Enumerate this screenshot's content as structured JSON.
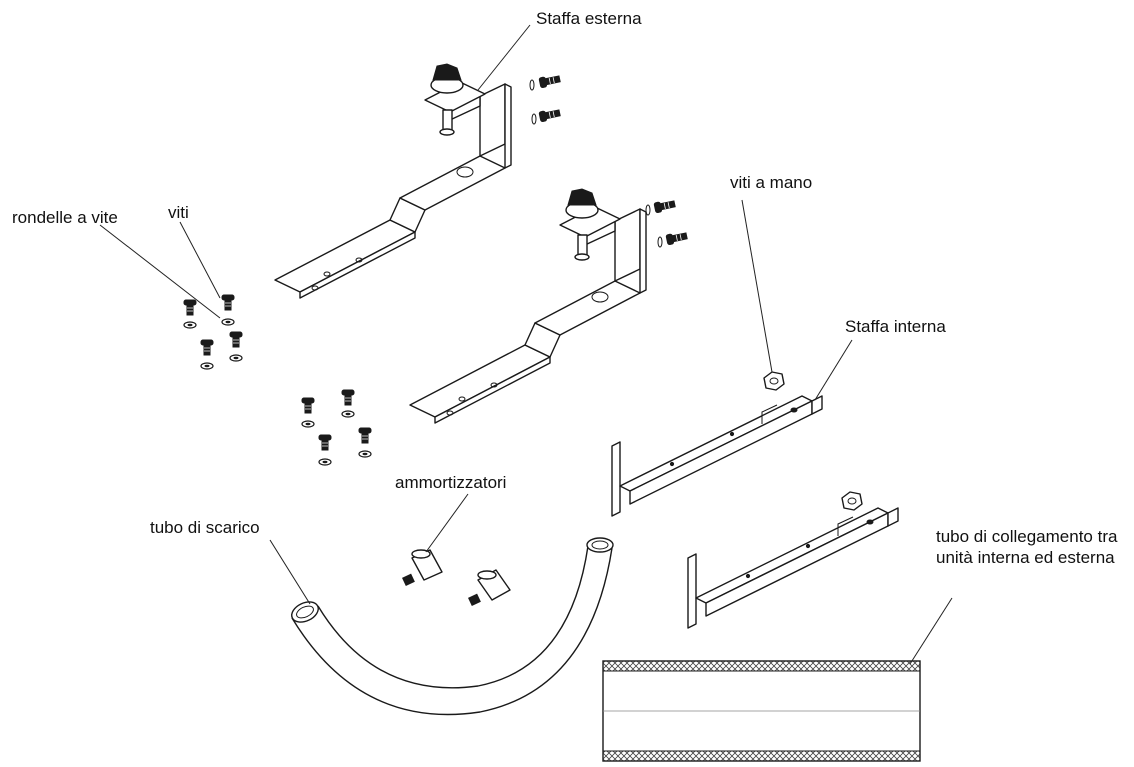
{
  "diagram": {
    "labels": {
      "staffa_esterna": "Staffa esterna",
      "rondelle_a_vite": "rondelle a vite",
      "viti": "viti",
      "viti_a_mano": "viti a mano",
      "staffa_interna": "Staffa interna",
      "ammortizzatori": "ammortizzatori",
      "tubo_di_scarico": "tubo di scarico",
      "tubo_di_collegamento": "tubo di collegamento tra unità interna ed esterna"
    },
    "colors": {
      "line": "#1a1a1a",
      "background": "#ffffff"
    }
  }
}
